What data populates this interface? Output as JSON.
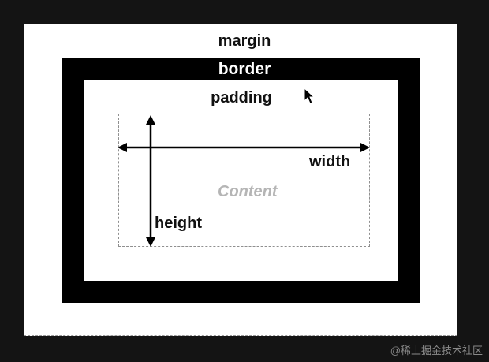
{
  "diagram": {
    "margin_label": "margin",
    "border_label": "border",
    "padding_label": "padding",
    "content_label": "Content",
    "width_label": "width",
    "height_label": "height"
  },
  "watermark": "@稀土掘金技术社区",
  "colors": {
    "page_background": "#141414",
    "margin_fill": "#ffffff",
    "border_fill": "#000000",
    "padding_fill": "#ffffff",
    "content_text": "#b5b5b5",
    "dashed_outline": "#8f8f8f"
  },
  "icons": {
    "cursor": "mouse-pointer-icon",
    "width_arrow": "double-headed-horizontal-arrow",
    "height_arrow": "double-headed-vertical-arrow"
  }
}
